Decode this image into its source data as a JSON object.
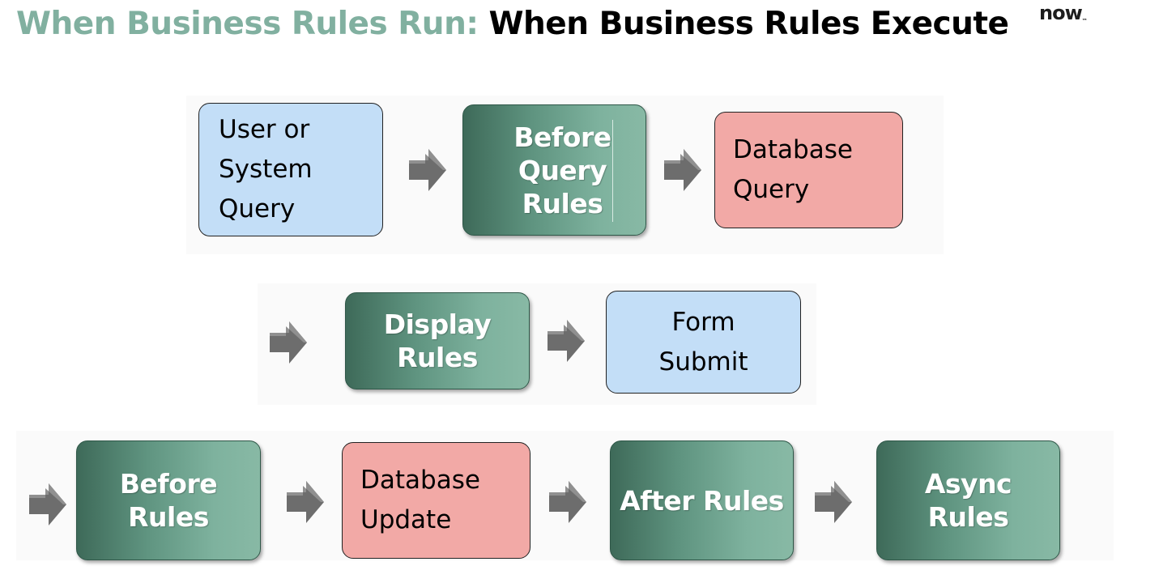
{
  "title": {
    "prefix": "When Business Rules Run:",
    "main": "When Business Rules Execute"
  },
  "logo": {
    "text": "now",
    "mark": "™"
  },
  "colors": {
    "title_prefix": "#81b0a0",
    "green_box_dark": "#3e6a59",
    "green_box_light": "#88b9a5",
    "blue_box": "#c3def7",
    "red_box": "#f2a9a6",
    "arrow": "#6d6d6d"
  },
  "diagram": {
    "row1": {
      "user_query": "User or\nSystem\nQuery",
      "before_query_rules": "Before\nQuery\nRules",
      "database_query": "Database\nQuery"
    },
    "row2": {
      "display_rules": "Display\nRules",
      "form_submit": "Form\nSubmit"
    },
    "row3": {
      "before_rules": "Before\nRules",
      "database_update": "Database\nUpdate",
      "after_rules": "After Rules",
      "async_rules": "Async\nRules"
    }
  },
  "icons": {
    "arrow": "arrow-right-icon"
  }
}
